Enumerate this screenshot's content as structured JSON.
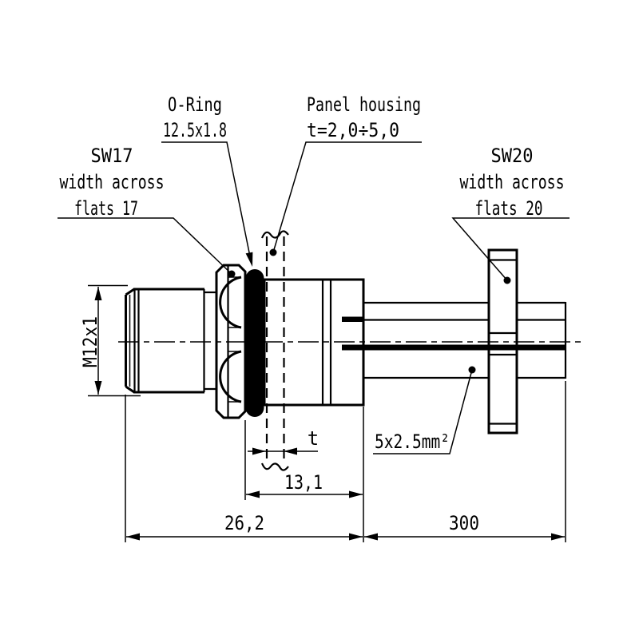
{
  "drawing": {
    "title_semantic": "M12 panel mount connector technical drawing",
    "colors": {
      "line": "#000000",
      "background": "#ffffff"
    },
    "callouts": {
      "sw17": {
        "lines": [
          "SW17",
          "width across",
          "flats 17"
        ]
      },
      "o_ring": {
        "lines": [
          "O-Ring",
          "12.5x1.8"
        ]
      },
      "panel_housing": {
        "lines": [
          "Panel housing",
          "t=2,0÷5,0"
        ]
      },
      "sw20": {
        "lines": [
          "SW20",
          "width across",
          "flats 20"
        ]
      },
      "wire_spec": "5x2.5mm²",
      "thread_spec": "M12x1"
    },
    "dimensions": {
      "panel_thickness": "t",
      "front_length": "13,1",
      "total_length": "26,2",
      "wire_length": "300"
    }
  }
}
